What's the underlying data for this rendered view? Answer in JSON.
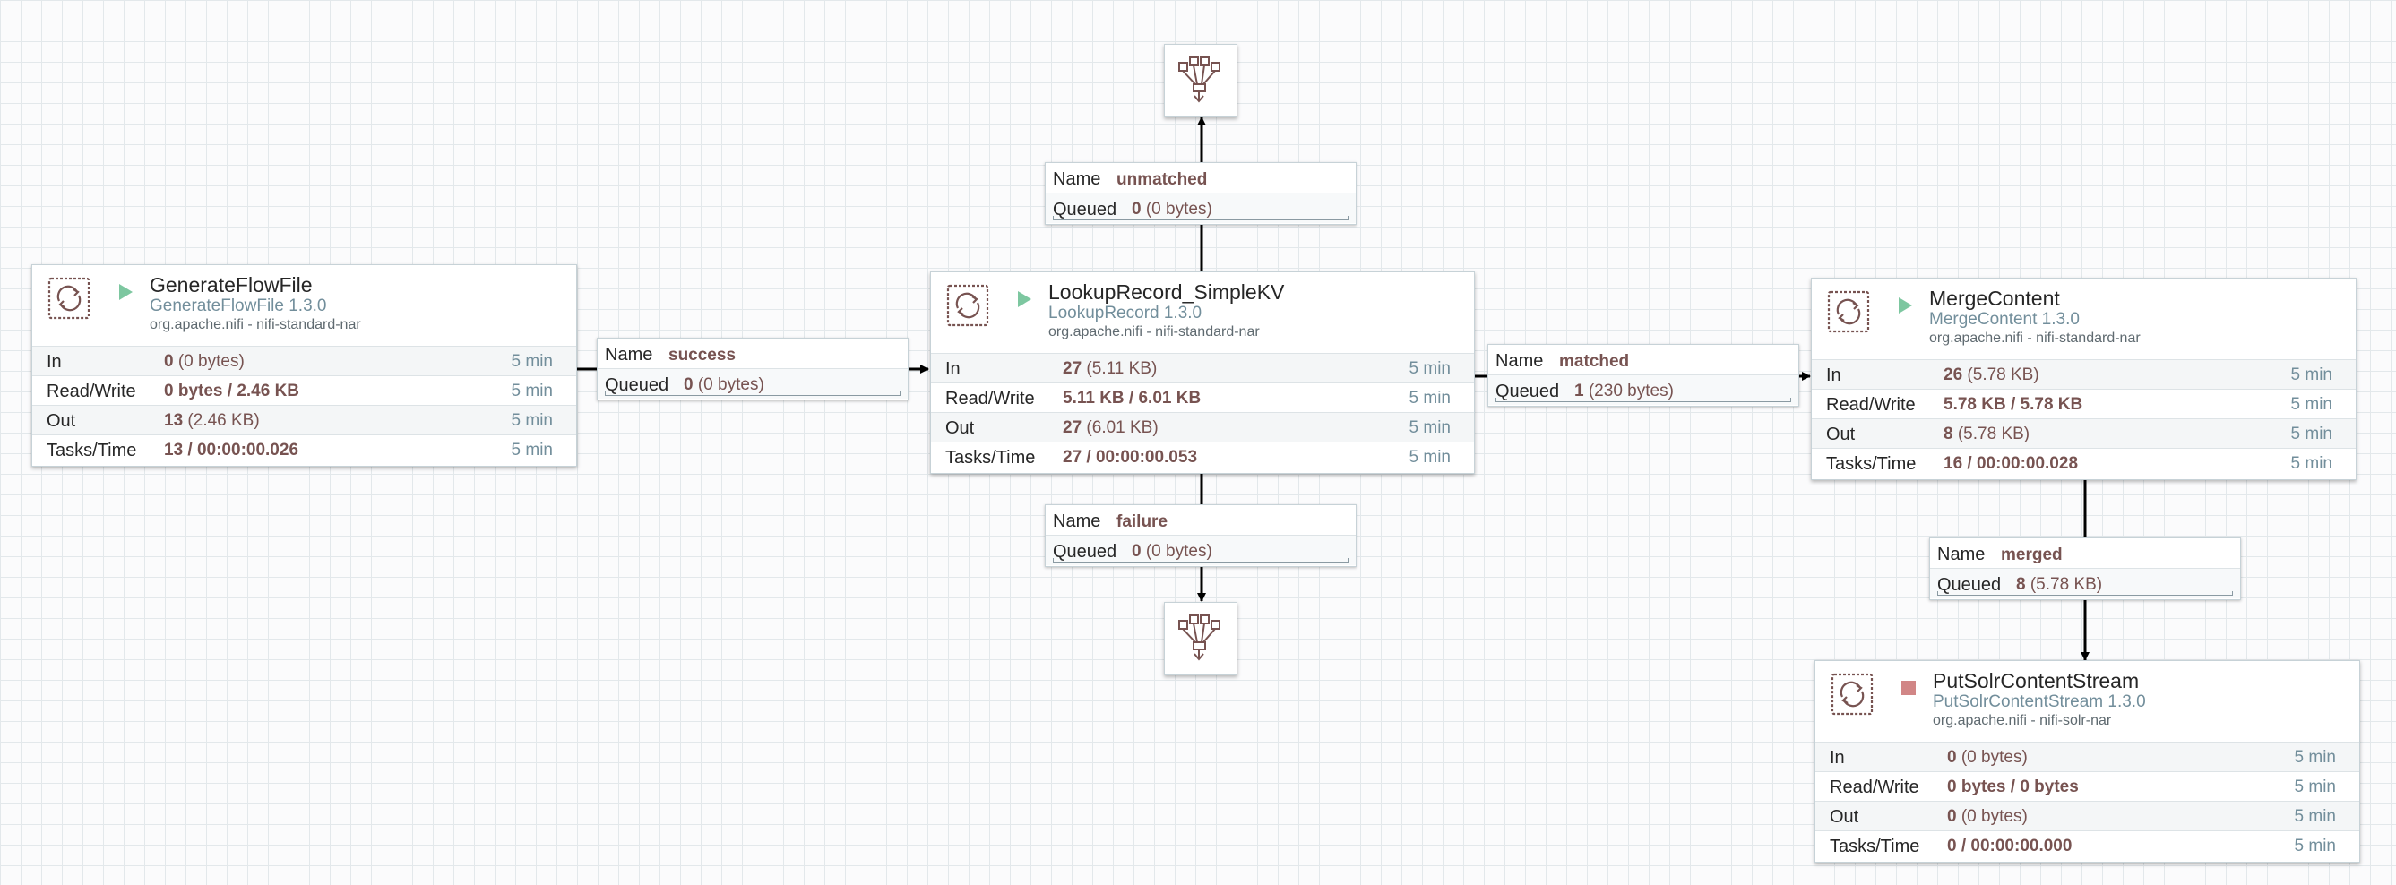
{
  "processors": [
    {
      "name": "GenerateFlowFile",
      "type": "GenerateFlowFile 1.3.0",
      "bundle": "org.apache.nifi - nifi-standard-nar",
      "run_state": "running",
      "stats": [
        {
          "label": "In",
          "value_bold": "0",
          "value_rest": " (0 bytes)",
          "time": "5 min"
        },
        {
          "label": "Read/Write",
          "value_bold": "0 bytes / 2.46 KB",
          "value_rest": "",
          "time": "5 min"
        },
        {
          "label": "Out",
          "value_bold": "13",
          "value_rest": " (2.46 KB)",
          "time": "5 min"
        },
        {
          "label": "Tasks/Time",
          "value_bold": "13 / 00:00:00.026",
          "value_rest": "",
          "time": "5 min"
        }
      ]
    },
    {
      "name": "LookupRecord_SimpleKV",
      "type": "LookupRecord 1.3.0",
      "bundle": "org.apache.nifi - nifi-standard-nar",
      "run_state": "running",
      "stats": [
        {
          "label": "In",
          "value_bold": "27",
          "value_rest": " (5.11 KB)",
          "time": "5 min"
        },
        {
          "label": "Read/Write",
          "value_bold": "5.11 KB / 6.01 KB",
          "value_rest": "",
          "time": "5 min"
        },
        {
          "label": "Out",
          "value_bold": "27",
          "value_rest": " (6.01 KB)",
          "time": "5 min"
        },
        {
          "label": "Tasks/Time",
          "value_bold": "27 / 00:00:00.053",
          "value_rest": "",
          "time": "5 min"
        }
      ]
    },
    {
      "name": "MergeContent",
      "type": "MergeContent 1.3.0",
      "bundle": "org.apache.nifi - nifi-standard-nar",
      "run_state": "running",
      "stats": [
        {
          "label": "In",
          "value_bold": "26",
          "value_rest": " (5.78 KB)",
          "time": "5 min"
        },
        {
          "label": "Read/Write",
          "value_bold": "5.78 KB / 5.78 KB",
          "value_rest": "",
          "time": "5 min"
        },
        {
          "label": "Out",
          "value_bold": "8",
          "value_rest": " (5.78 KB)",
          "time": "5 min"
        },
        {
          "label": "Tasks/Time",
          "value_bold": "16 / 00:00:00.028",
          "value_rest": "",
          "time": "5 min"
        }
      ]
    },
    {
      "name": "PutSolrContentStream",
      "type": "PutSolrContentStream 1.3.0",
      "bundle": "org.apache.nifi - nifi-solr-nar",
      "run_state": "stopped",
      "stats": [
        {
          "label": "In",
          "value_bold": "0",
          "value_rest": " (0 bytes)",
          "time": "5 min"
        },
        {
          "label": "Read/Write",
          "value_bold": "0 bytes / 0 bytes",
          "value_rest": "",
          "time": "5 min"
        },
        {
          "label": "Out",
          "value_bold": "0",
          "value_rest": " (0 bytes)",
          "time": "5 min"
        },
        {
          "label": "Tasks/Time",
          "value_bold": "0 / 00:00:00.000",
          "value_rest": "",
          "time": "5 min"
        }
      ]
    }
  ],
  "connections": [
    {
      "name_key": "Name",
      "name": "success",
      "queued_key": "Queued",
      "queued_count": "0",
      "queued_size": " (0 bytes)"
    },
    {
      "name_key": "Name",
      "name": "unmatched",
      "queued_key": "Queued",
      "queued_count": "0",
      "queued_size": " (0 bytes)"
    },
    {
      "name_key": "Name",
      "name": "matched",
      "queued_key": "Queued",
      "queued_count": "1",
      "queued_size": " (230 bytes)"
    },
    {
      "name_key": "Name",
      "name": "failure",
      "queued_key": "Queued",
      "queued_count": "0",
      "queued_size": " (0 bytes)"
    },
    {
      "name_key": "Name",
      "name": "merged",
      "queued_key": "Queued",
      "queued_count": "8",
      "queued_size": " (5.78 KB)"
    }
  ],
  "funnels": [
    {
      "icon": "funnel-icon"
    },
    {
      "icon": "funnel-icon"
    }
  ],
  "colors": {
    "running": "#7dc7a0",
    "stopped": "#d18686",
    "value": "#775351",
    "muted": "#728e9b"
  }
}
